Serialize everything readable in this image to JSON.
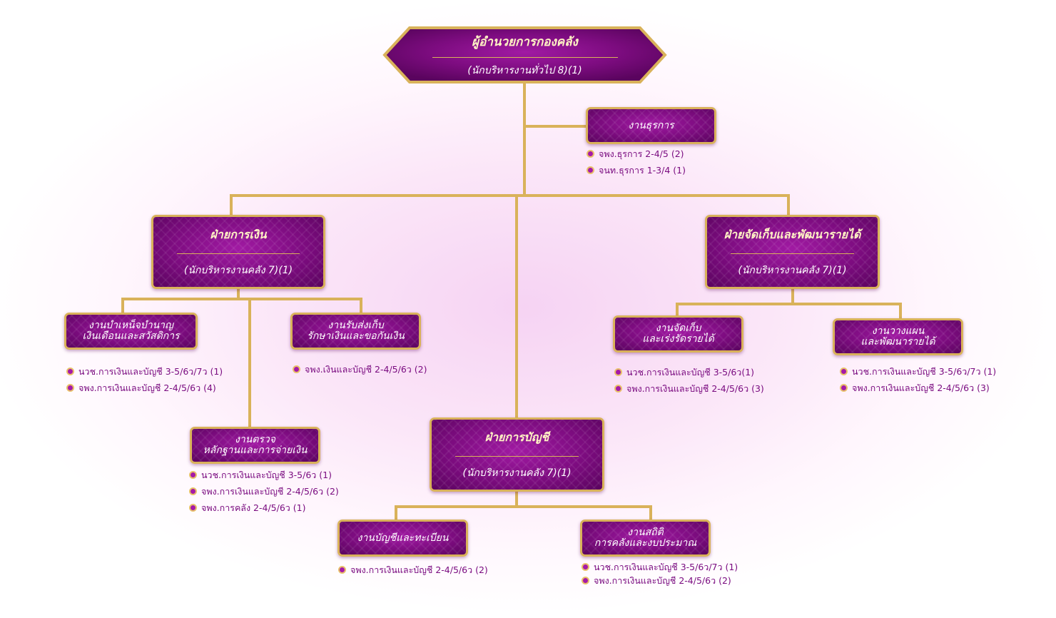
{
  "director": {
    "title": "ผู้อำนวยการกองคลัง",
    "position": "(นักบริหารงานทั่วไป 8)(1)"
  },
  "general_affairs": {
    "title": "งานธุรการ",
    "staff": [
      "จพง.ธุรการ 2-4/5 (2)",
      "จนท.ธุรการ 1-3/4 (1)"
    ]
  },
  "finance_division": {
    "title": "ฝ่ายการเงิน",
    "position": "(นักบริหารงานคลัง 7)(1)",
    "units": [
      {
        "title_line1": "งานบำเหน็จบำนาญ",
        "title_line2": "เงินเดือนและสวัสดิการ",
        "staff": [
          "นวช.การเงินและบัญชี 3-5/6ว/7ว (1)",
          "จพง.การเงินและบัญชี 2-4/5/6ว (4)"
        ]
      },
      {
        "title_line1": "งานรับส่งเก็บ",
        "title_line2": "รักษาเงินและขอกันเงิน",
        "staff": [
          "จพง.เงินและบัญชี 2-4/5/6ว (2)"
        ]
      },
      {
        "title_line1": "งานตรวจ",
        "title_line2": "หลักฐานและการจ่ายเงิน",
        "staff": [
          "นวช.การเงินและบัญชี 3-5/6ว (1)",
          "จพง.การเงินและบัญชี 2-4/5/6ว (2)",
          "จพง.การคลัง 2-4/5/6ว (1)"
        ]
      }
    ]
  },
  "revenue_division": {
    "title": "ฝ่ายจัดเก็บและพัฒนารายได้",
    "position": "(นักบริหารงานคลัง 7)(1)",
    "units": [
      {
        "title_line1": "งานจัดเก็บ",
        "title_line2": "และเร่งรัดรายได้",
        "staff": [
          "นวช.การเงินและบัญชี 3-5/6ว(1)",
          "จพง.การเงินและบัญชี 2-4/5/6ว (3)"
        ]
      },
      {
        "title_line1": "งานวางแผน",
        "title_line2": "และพัฒนารายได้",
        "staff": [
          "นวช.การเงินและบัญชี 3-5/6ว/7ว (1)",
          "จพง.การเงินและบัญชี 2-4/5/6ว (3)"
        ]
      }
    ]
  },
  "accounting_division": {
    "title": "ฝ่ายการบัญชี",
    "position": "(นักบริหารงานคลัง 7)(1)",
    "units": [
      {
        "title_line1": "งานบัญชีและทะเบียน",
        "staff": [
          "จพง.การเงินและบัญชี 2-4/5/6ว (2)"
        ]
      },
      {
        "title_line1": "งานสถิติ",
        "title_line2": "การคลังและงบประมาณ",
        "staff": [
          "นวช.การเงินและบัญชี 3-5/6ว/7ว (1)",
          "จพง.การเงินและบัญชี 2-4/5/6ว (2)"
        ]
      }
    ]
  },
  "colors": {
    "box_fill": "#7d0c80",
    "box_border": "#d9b25a",
    "connector": "#d9b25a",
    "staff_text": "#7a0c80",
    "heading_text": "#fff3c4"
  }
}
